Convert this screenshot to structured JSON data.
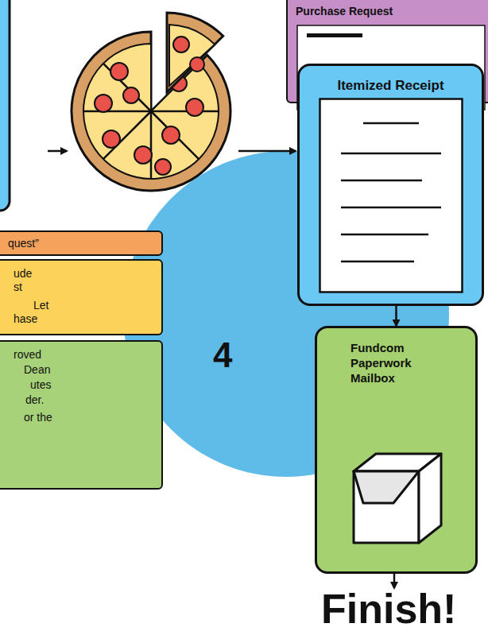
{
  "diagram": {
    "nodes": [
      {
        "text": [
          "Purchase Request"
        ]
      },
      {
        "text": [
          "Itemized Receipt"
        ]
      },
      {
        "text": [
          "Fundcom Paperwork Mailbox"
        ]
      },
      {
        "text": [
          "quest”"
        ]
      },
      {
        "text": [
          "ude",
          "st",
          "Let",
          "hase"
        ]
      },
      {
        "text": [
          "roved",
          "Dean",
          "utes",
          "der.",
          "or the"
        ]
      }
    ],
    "edges": [
      {
        "from": 1,
        "to": 2,
        "arrow": "to"
      }
    ],
    "labels": [
      "4",
      "Finish!"
    ]
  }
}
